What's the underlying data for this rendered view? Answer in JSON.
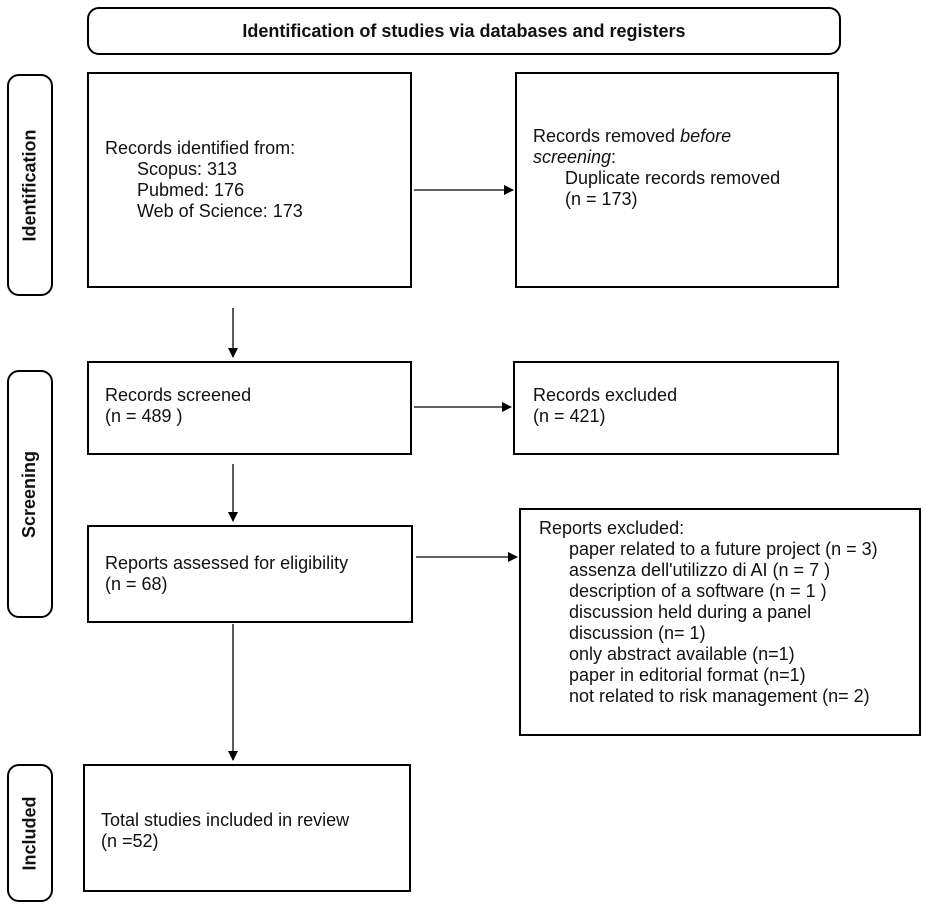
{
  "header": {
    "title": "Identification of studies via databases and registers"
  },
  "phases": {
    "identification": "Identification",
    "screening": "Screening",
    "included": "Included"
  },
  "identified": {
    "title": "Records identified from:",
    "sources": [
      "Scopus: 313",
      "Pubmed: 176",
      "Web of Science: 173"
    ]
  },
  "removed": {
    "line1_prefix": "Records removed ",
    "line1_italic": "before",
    "line2_italic": "screening",
    "line2_suffix": ":",
    "detail": "Duplicate records removed",
    "count": "(n = 173)"
  },
  "screened": {
    "title": "Records screened",
    "count": "(n = 489 )"
  },
  "excluded_records": {
    "title": "Records excluded",
    "count": "(n = 421)"
  },
  "assessed": {
    "title": "Reports assessed for eligibility",
    "count": "(n = 68)"
  },
  "reports_excluded": {
    "title": "Reports excluded:",
    "reasons": [
      "paper related to a future project (n = 3)",
      "assenza dell'utilizzo di AI (n = 7 )",
      "description of a software (n = 1 )",
      "discussion held during a panel",
      "discussion (n= 1)",
      "only abstract available (n=1)",
      "paper in editorial format (n=1)",
      "not related to risk management (n= 2)"
    ]
  },
  "included": {
    "title": "Total studies included in review",
    "count": "(n =52)"
  }
}
